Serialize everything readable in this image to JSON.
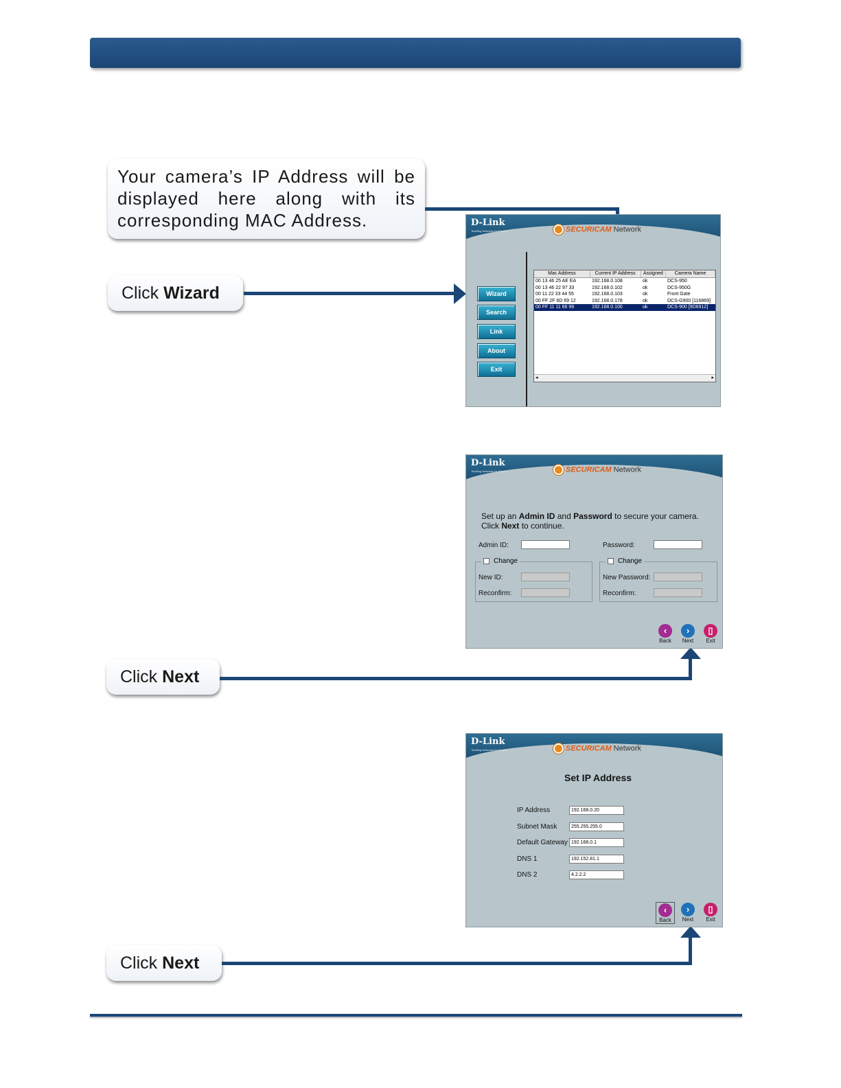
{
  "intro_callout": "Your camera’s IP Address will be displayed here along with its corresponding MAC Address.",
  "callouts": {
    "wizard": {
      "prefix": "Click ",
      "action": "Wizard"
    },
    "next1": {
      "prefix": "Click ",
      "action": "Next"
    },
    "next2": {
      "prefix": "Click ",
      "action": "Next"
    }
  },
  "brand": {
    "logo": "D-Link",
    "tagline": "Building Networks for People",
    "product_part1": "SECURI",
    "product_part2": "CAM",
    "product_part3": " Network"
  },
  "panel1": {
    "buttons": [
      "Wizard",
      "Search",
      "Link",
      "About",
      "Exit"
    ],
    "columns": [
      "Mac Address",
      "Current IP Address",
      "Assigned",
      "Camera Name"
    ],
    "rows": [
      [
        "00 13 46 25 AE EA",
        "192.168.0.108",
        "ok",
        "DCS-950"
      ],
      [
        "00 13 46 22 97 33",
        "192.168.0.102",
        "ok",
        "DCS-950G"
      ],
      [
        "00 11 22 33 44 55",
        "192.168.0.103",
        "ok",
        "Front Gate"
      ],
      [
        "00 FF 2F 6D 69 12",
        "192.168.0.178",
        "ok",
        "DCS-G900 [116869]"
      ],
      [
        "00 FF 11 11 66 99",
        "192.168.0.100",
        "ok",
        "DCS-900 [9D6912]"
      ]
    ],
    "selected_row": 4
  },
  "panel2": {
    "instr_line1_a": "Set up an ",
    "instr_line1_b": "Admin ID",
    "instr_line1_c": " and ",
    "instr_line1_d": "Password",
    "instr_line1_e": " to secure your camera.",
    "instr_line2_a": "Click ",
    "instr_line2_b": "Next",
    "instr_line2_c": " to continue.",
    "admin_id_label": "Admin ID:",
    "password_label": "Password:",
    "change_label": "Change",
    "new_id_label": "New ID:",
    "new_password_label": "New Password:",
    "reconfirm_label": "Reconfirm:",
    "nav": [
      "Back",
      "Next",
      "Exit"
    ]
  },
  "panel3": {
    "title": "Set IP Address",
    "fields": [
      {
        "label": "IP Address",
        "value": "192.168.0.20"
      },
      {
        "label": "Subnet Mask",
        "value": "255.255.255.0"
      },
      {
        "label": "Default Gateway",
        "value": "192.168.0.1"
      },
      {
        "label": "DNS 1",
        "value": "192.152.81.1"
      },
      {
        "label": "DNS 2",
        "value": "4.2.2.2"
      }
    ],
    "nav": [
      "Back",
      "Next",
      "Exit"
    ]
  },
  "colors": {
    "banner": "#1b4676",
    "panel_bg": "#b8c6cb",
    "header": "#1e5275",
    "accent": "#e05a12"
  }
}
